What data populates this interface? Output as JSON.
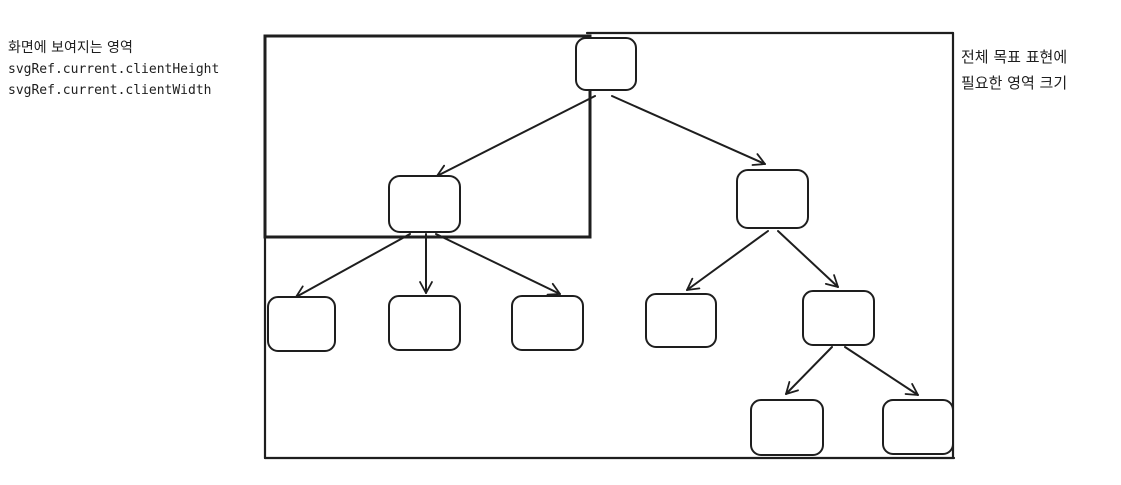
{
  "visible_area_label": {
    "title": "화면에 보여지는 영역",
    "height_expr": "svgRef.current.clientHeight",
    "width_expr": "svgRef.current.clientWidth"
  },
  "total_area_label": {
    "line1": "전체 목표 표현에",
    "line2": "필요한 영역 크기"
  },
  "colors": {
    "stroke": "#1e1e1e",
    "background": "#ffffff"
  },
  "tree": {
    "nodes": [
      "root",
      "left",
      "right",
      "left-a",
      "left-b",
      "left-c",
      "right-a",
      "right-b",
      "right-b-a",
      "right-b-b"
    ],
    "edges": [
      [
        "root",
        "left"
      ],
      [
        "root",
        "right"
      ],
      [
        "left",
        "left-a"
      ],
      [
        "left",
        "left-b"
      ],
      [
        "left",
        "left-c"
      ],
      [
        "right",
        "right-a"
      ],
      [
        "right",
        "right-b"
      ],
      [
        "right-b",
        "right-b-a"
      ],
      [
        "right-b",
        "right-b-b"
      ]
    ]
  }
}
